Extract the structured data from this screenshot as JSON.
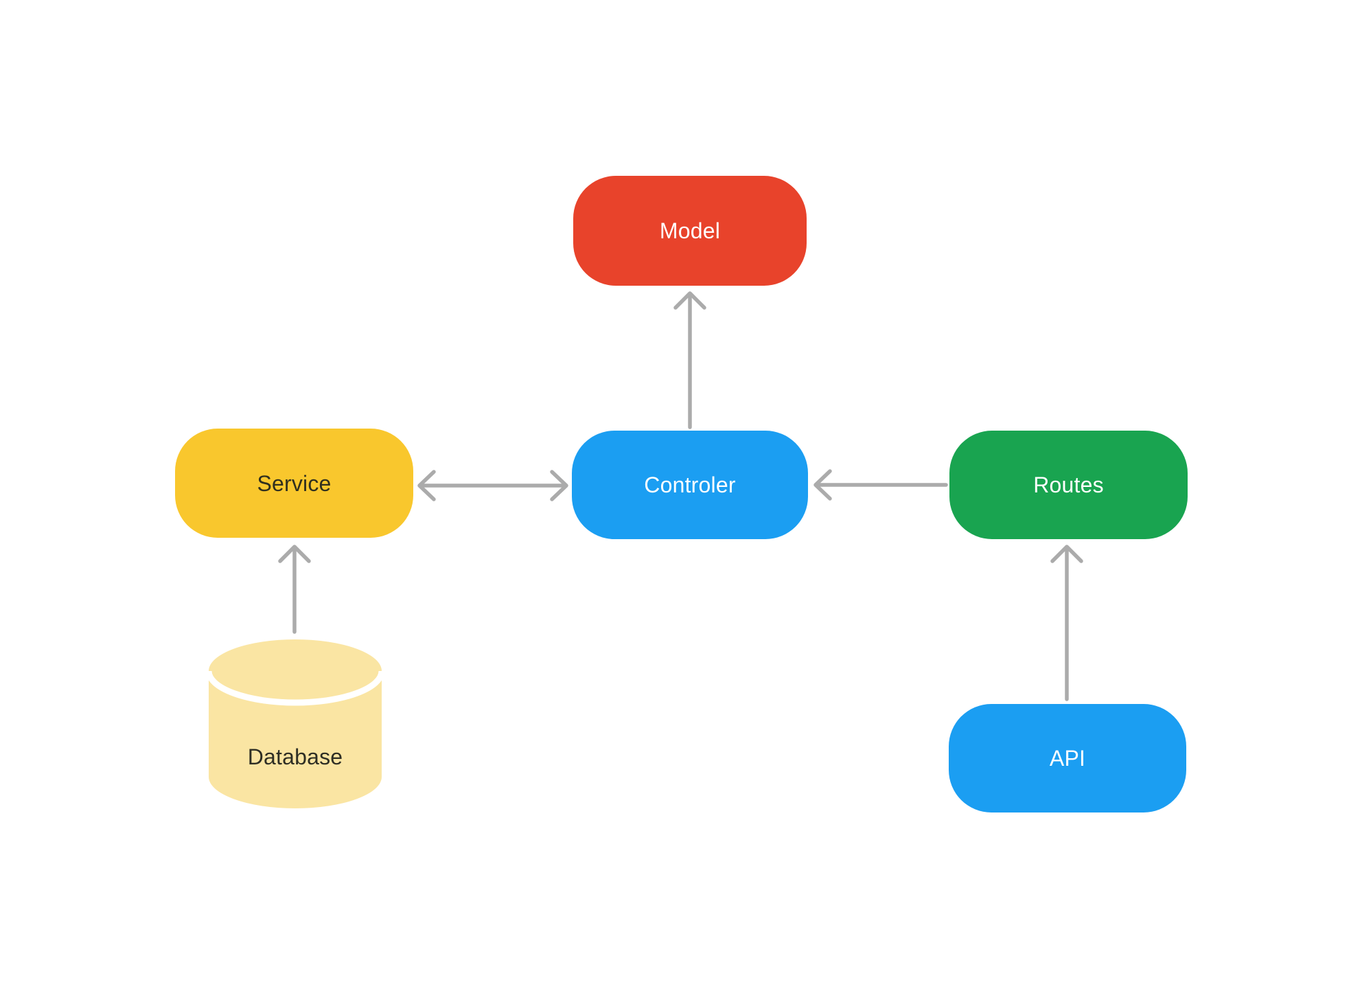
{
  "diagram": {
    "background": "#FFFFFF",
    "arrow_color": "#ABABAB",
    "nodes": [
      {
        "id": "model",
        "label": "Model",
        "shape": "pill",
        "bg": "#E8432B",
        "fg": "#FFFFFF"
      },
      {
        "id": "controler",
        "label": "Controler",
        "shape": "pill",
        "bg": "#1B9EF2",
        "fg": "#FFFFFF"
      },
      {
        "id": "service",
        "label": "Service",
        "shape": "pill",
        "bg": "#F9C72D",
        "fg": "#30301F"
      },
      {
        "id": "routes",
        "label": "Routes",
        "shape": "pill",
        "bg": "#19A450",
        "fg": "#FFFFFF"
      },
      {
        "id": "database",
        "label": "Database",
        "shape": "cylinder",
        "bg": "#FAE5A3",
        "fg": "#2E2E24"
      },
      {
        "id": "api",
        "label": "API",
        "shape": "pill",
        "bg": "#1B9EF2",
        "fg": "#FFFFFF"
      }
    ],
    "edges": [
      {
        "from": "controler",
        "to": "model",
        "arrow": "one-way"
      },
      {
        "from": "service",
        "to": "controler",
        "arrow": "two-way"
      },
      {
        "from": "routes",
        "to": "controler",
        "arrow": "one-way"
      },
      {
        "from": "database",
        "to": "service",
        "arrow": "one-way"
      },
      {
        "from": "api",
        "to": "routes",
        "arrow": "one-way"
      }
    ]
  }
}
